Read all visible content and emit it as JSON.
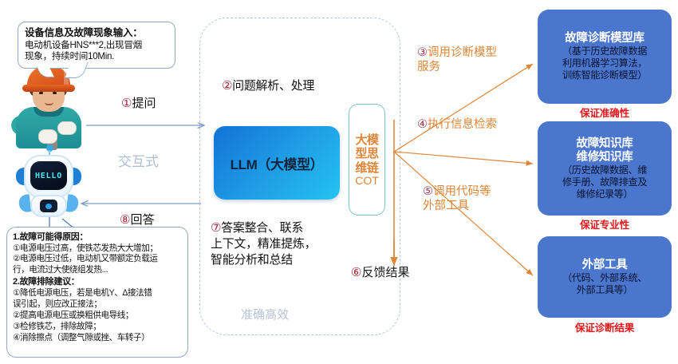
{
  "input_bubble": {
    "title": "设备信息及故障现象输入：",
    "line1": "电动机设备HNS***2,出现冒烟",
    "line2": "现象，持续时间10Min."
  },
  "actors": {
    "worker_name": "field-engineer-illustration",
    "robot_screen_text": "HELLO"
  },
  "flow_labels": {
    "ask": {
      "num": "①",
      "text": "提问"
    },
    "interactive": "交互式",
    "answer": {
      "num": "⑧",
      "text": "回答"
    },
    "parse": {
      "num": "②",
      "text": "问题解析、处理"
    },
    "call_model": {
      "num": "③",
      "line1": "调用诊断模型",
      "line2": "服务"
    },
    "retrieve": {
      "num": "④",
      "text": "执行信息检索"
    },
    "call_tools": {
      "num": "⑤",
      "line1": "调用代码等",
      "line2": "外部工具"
    },
    "feedback": {
      "num": "⑥",
      "text": "反馈结果"
    },
    "integrate": {
      "num": "⑦",
      "line1": "答案整合、联系",
      "line2": "上下文，精准提炼，",
      "line3": "智能分析和总结"
    },
    "efficiency": "准确高效"
  },
  "llm_box": {
    "label": "LLM（大模型）"
  },
  "cot_box": {
    "l1": "大模",
    "l2": "型思",
    "l3": "维链",
    "l4": "COT"
  },
  "knowledge_boxes": [
    {
      "title": "故障诊断模型库",
      "sub1": "（基于历史故障数据",
      "sub2": "利用机器学习算法，",
      "sub3": "训练智能诊断模型）",
      "guarantee": "保证准确性"
    },
    {
      "title1": "故障知识库",
      "title2": "维修知识库",
      "sub1": "（历史故障数据、维",
      "sub2": "修手册、故障排查及",
      "sub3": "维修纪录等）",
      "guarantee": "保证专业性"
    },
    {
      "title": "外部工具",
      "sub1": "（代码、外部系统、",
      "sub2": "外部工具等）",
      "guarantee": "保证诊断结果"
    }
  ],
  "answer_box": {
    "h1": "1.故障可能得原因：",
    "r1": "①电源电压过高，使铁芯发热大大增加；",
    "r2": "②电源电压过低，电动机又带额定负载运",
    "r3": "行，电流过大使绕组发热...",
    "h2": "2.故障排除建议：",
    "s1": "①降低电源电压，若是电机Y、Δ接法错",
    "s2": "误引起，则应改正接法；",
    "s3": "②提高电源电压或换粗供电导线；",
    "s4": "③检修铁芯，排除故障；",
    "s5": "④消除擦点（调整气隙或挫、车转子）"
  },
  "colors": {
    "accent_blue": "#4a76cd",
    "accent_orange": "#e0863a",
    "red": "#e8161a",
    "bubble_border": "#8fa9c9",
    "dashed_border": "#b9c8de"
  }
}
